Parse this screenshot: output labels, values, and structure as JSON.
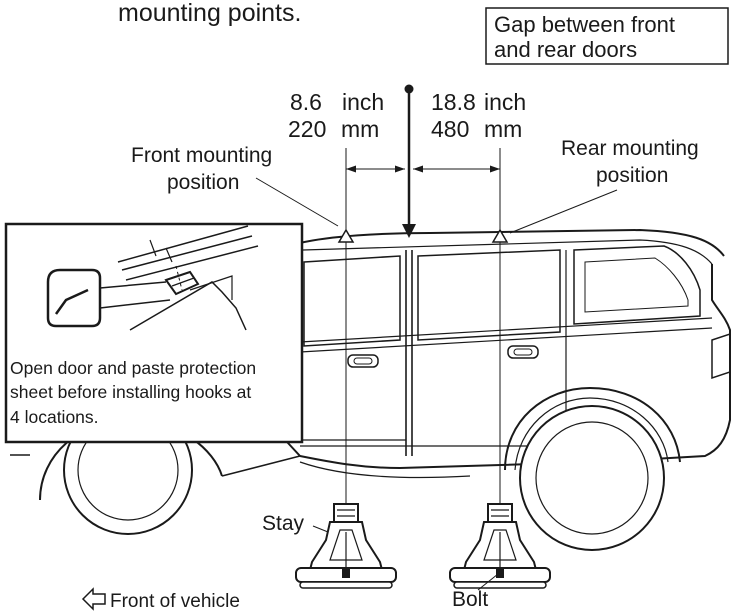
{
  "top_note": "mounting points.",
  "gap_label": {
    "line1": "Gap between front",
    "line2": "and rear doors"
  },
  "front_offset": {
    "inch": "8.6",
    "inch_unit": "inch",
    "mm": "220",
    "mm_unit": "mm"
  },
  "rear_offset": {
    "inch": "18.8",
    "inch_unit": "inch",
    "mm": "480",
    "mm_unit": "mm"
  },
  "front_mount": {
    "line1": "Front mounting",
    "line2": "position"
  },
  "rear_mount": {
    "line1": "Rear mounting",
    "line2": "position"
  },
  "inset_note": {
    "line1": "Open door and paste protection",
    "line2": "sheet before installing hooks at",
    "line3": "4 locations."
  },
  "stay_label": "Stay",
  "bolt_label": "Bolt",
  "direction_label": "Front of vehicle",
  "icons": {
    "direction": "arrow-left-outline-icon",
    "mount_marker": "triangle-marker-icon"
  },
  "colors": {
    "ink": "#1a1a1a",
    "background": "#ffffff"
  }
}
